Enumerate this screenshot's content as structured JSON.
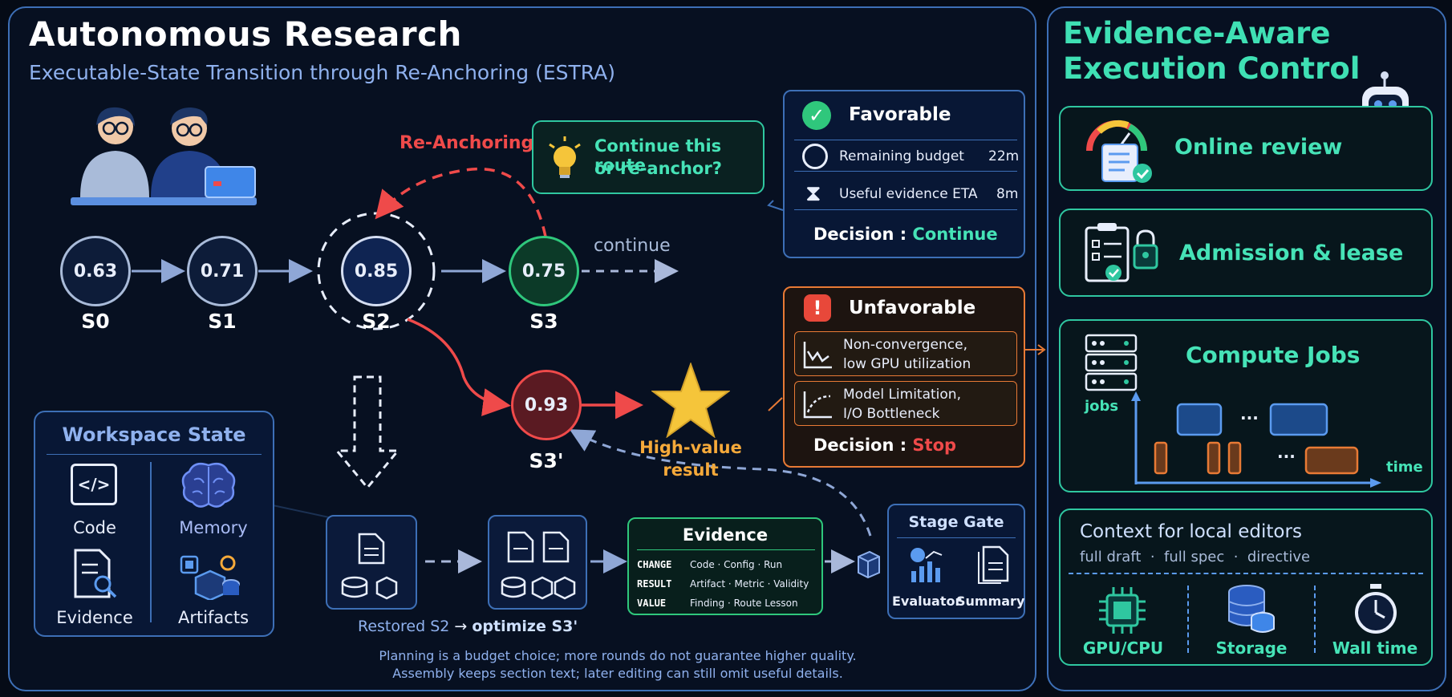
{
  "title": "Autonomous Research",
  "subtitle": "Executable-State Transition through Re-Anchoring (ESTRA)",
  "states": [
    {
      "id": "S0",
      "score": "0.63"
    },
    {
      "id": "S1",
      "score": "0.71"
    },
    {
      "id": "S2",
      "score": "0.85"
    },
    {
      "id": "S3",
      "score": "0.75"
    },
    {
      "id": "S3'",
      "score": "0.93"
    }
  ],
  "reanchoring_label": "Re-Anchoring",
  "continue_label": "continue",
  "question": {
    "line1": "Continue this route",
    "line2": "or re-anchor?"
  },
  "high_value": {
    "line1": "High-value",
    "line2": "result"
  },
  "favorable": {
    "title": "Favorable",
    "budget_label": "Remaining budget",
    "budget_value": "22m",
    "eta_label": "Useful evidence ETA",
    "eta_value": "8m",
    "decision_label": "Decision : ",
    "decision_value": "Continue"
  },
  "unfavorable": {
    "title": "Unfavorable",
    "issue1_line1": "Non-convergence,",
    "issue1_line2": "low GPU utilization",
    "issue2_line1": "Model Limitation,",
    "issue2_line2": "I/O Bottleneck",
    "decision_label": "Decision : ",
    "decision_value": "Stop"
  },
  "workspace": {
    "title": "Workspace State",
    "items": [
      "Code",
      "Memory",
      "Evidence",
      "Artifacts"
    ]
  },
  "restored": {
    "part1": "Restored S2",
    "arrow": "→",
    "part2": "optimize S3'"
  },
  "evidence": {
    "title": "Evidence",
    "rows": [
      {
        "key": "CHANGE",
        "value": "Code · Config · Run"
      },
      {
        "key": "RESULT",
        "value": "Artifact · Metric · Validity"
      },
      {
        "key": "VALUE",
        "value": "Finding · Route Lesson"
      }
    ]
  },
  "stage_gate": {
    "title": "Stage Gate",
    "evaluator": "Evaluator",
    "summary": "Summary"
  },
  "footer": {
    "line1": "Planning is a budget choice; more rounds do not guarantee higher quality.",
    "line2": "Assembly keeps section text; later editing can still omit useful details."
  },
  "right": {
    "title": "Evidence-Aware Execution Control",
    "online_review": "Online review",
    "admission": "Admission & lease",
    "compute": {
      "title": "Compute Jobs",
      "jobs": "jobs",
      "time": "time",
      "ellipsis": "..."
    },
    "context": {
      "title": "Context for local editors",
      "items": "full draft  ·  full spec  ·  directive",
      "resources": [
        "GPU/CPU",
        "Storage",
        "Wall time"
      ]
    }
  },
  "colors": {
    "accent_green": "#46e3b7",
    "panel_blue": "#3d6fb6",
    "reanchor_red": "#ef4a4a",
    "unfavorable_orange": "#e87a35",
    "star_yellow": "#f5c53a"
  }
}
